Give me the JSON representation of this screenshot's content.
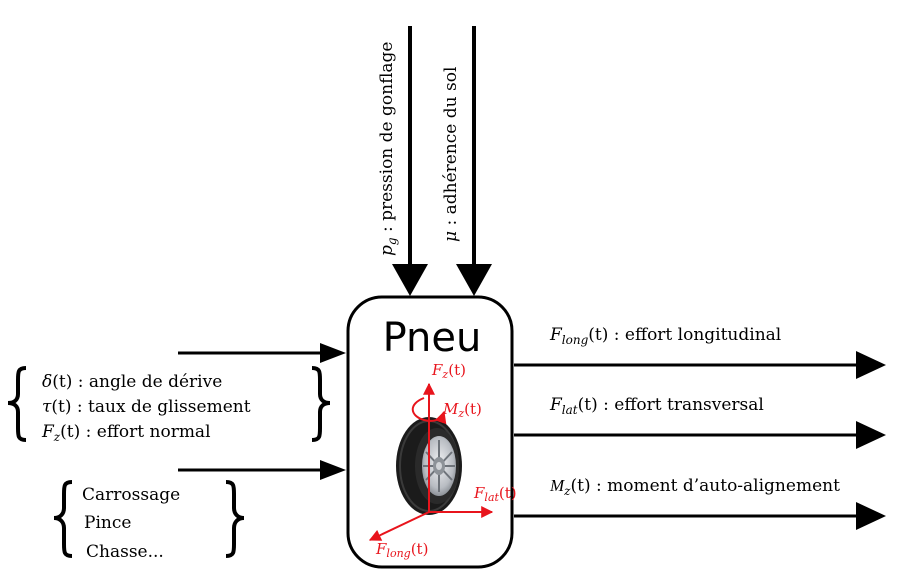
{
  "block": {
    "title": "Pneu"
  },
  "top_inputs": [
    {
      "symbol": "p",
      "sub": "g",
      "text": " : pression de gonflage"
    },
    {
      "symbol": "μ",
      "sub": "",
      "text": " : adhérence du sol"
    }
  ],
  "left_inputs": {
    "group1": [
      {
        "symbol": "δ",
        "sub": "",
        "arg": "(t)",
        "text": " : angle de dérive"
      },
      {
        "symbol": "τ",
        "sub": "",
        "arg": "(t)",
        "text": " : taux de glissement"
      },
      {
        "symbol": "F",
        "sub": "z",
        "arg": "(t)",
        "text": " : effort normal"
      }
    ],
    "group2": [
      "Carrossage",
      "Pince",
      "Chasse..."
    ]
  },
  "outputs": [
    {
      "symbol": "F",
      "sub": "long",
      "arg": "(t)",
      "text": " : effort longitudinal"
    },
    {
      "symbol": "F",
      "sub": "lat",
      "arg": "(t)",
      "text": " : effort transversal"
    },
    {
      "symbol": "M",
      "sub": "z",
      "arg": "(t)",
      "text": " : moment d’auto-alignement"
    }
  ],
  "axes": {
    "fz": {
      "symbol": "F",
      "sub": "z",
      "arg": "(t)"
    },
    "mz": {
      "symbol": "M",
      "sub": "z",
      "arg": "(t)"
    },
    "flat": {
      "symbol": "F",
      "sub": "lat",
      "arg": "(t)"
    },
    "flong": {
      "symbol": "F",
      "sub": "long",
      "arg": "(t)"
    }
  },
  "colors": {
    "axis_red": "#e8141c",
    "line_black": "#000000",
    "tire_dark": "#1b1b1b",
    "rim_silver": "#c9ccd0"
  }
}
